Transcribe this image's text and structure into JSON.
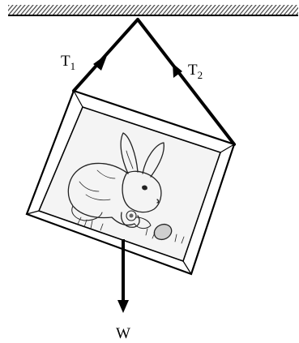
{
  "labels": {
    "t1": {
      "symbol": "T",
      "subscript": "1"
    },
    "t2": {
      "symbol": "T",
      "subscript": "2"
    },
    "w": "W"
  },
  "colors": {
    "ink": "#000000",
    "ceiling_hatch": "#444444",
    "frame_fill": "#ffffff",
    "picture_background": "#f4f4f4"
  },
  "picture_subject": "rabbit-sketch"
}
